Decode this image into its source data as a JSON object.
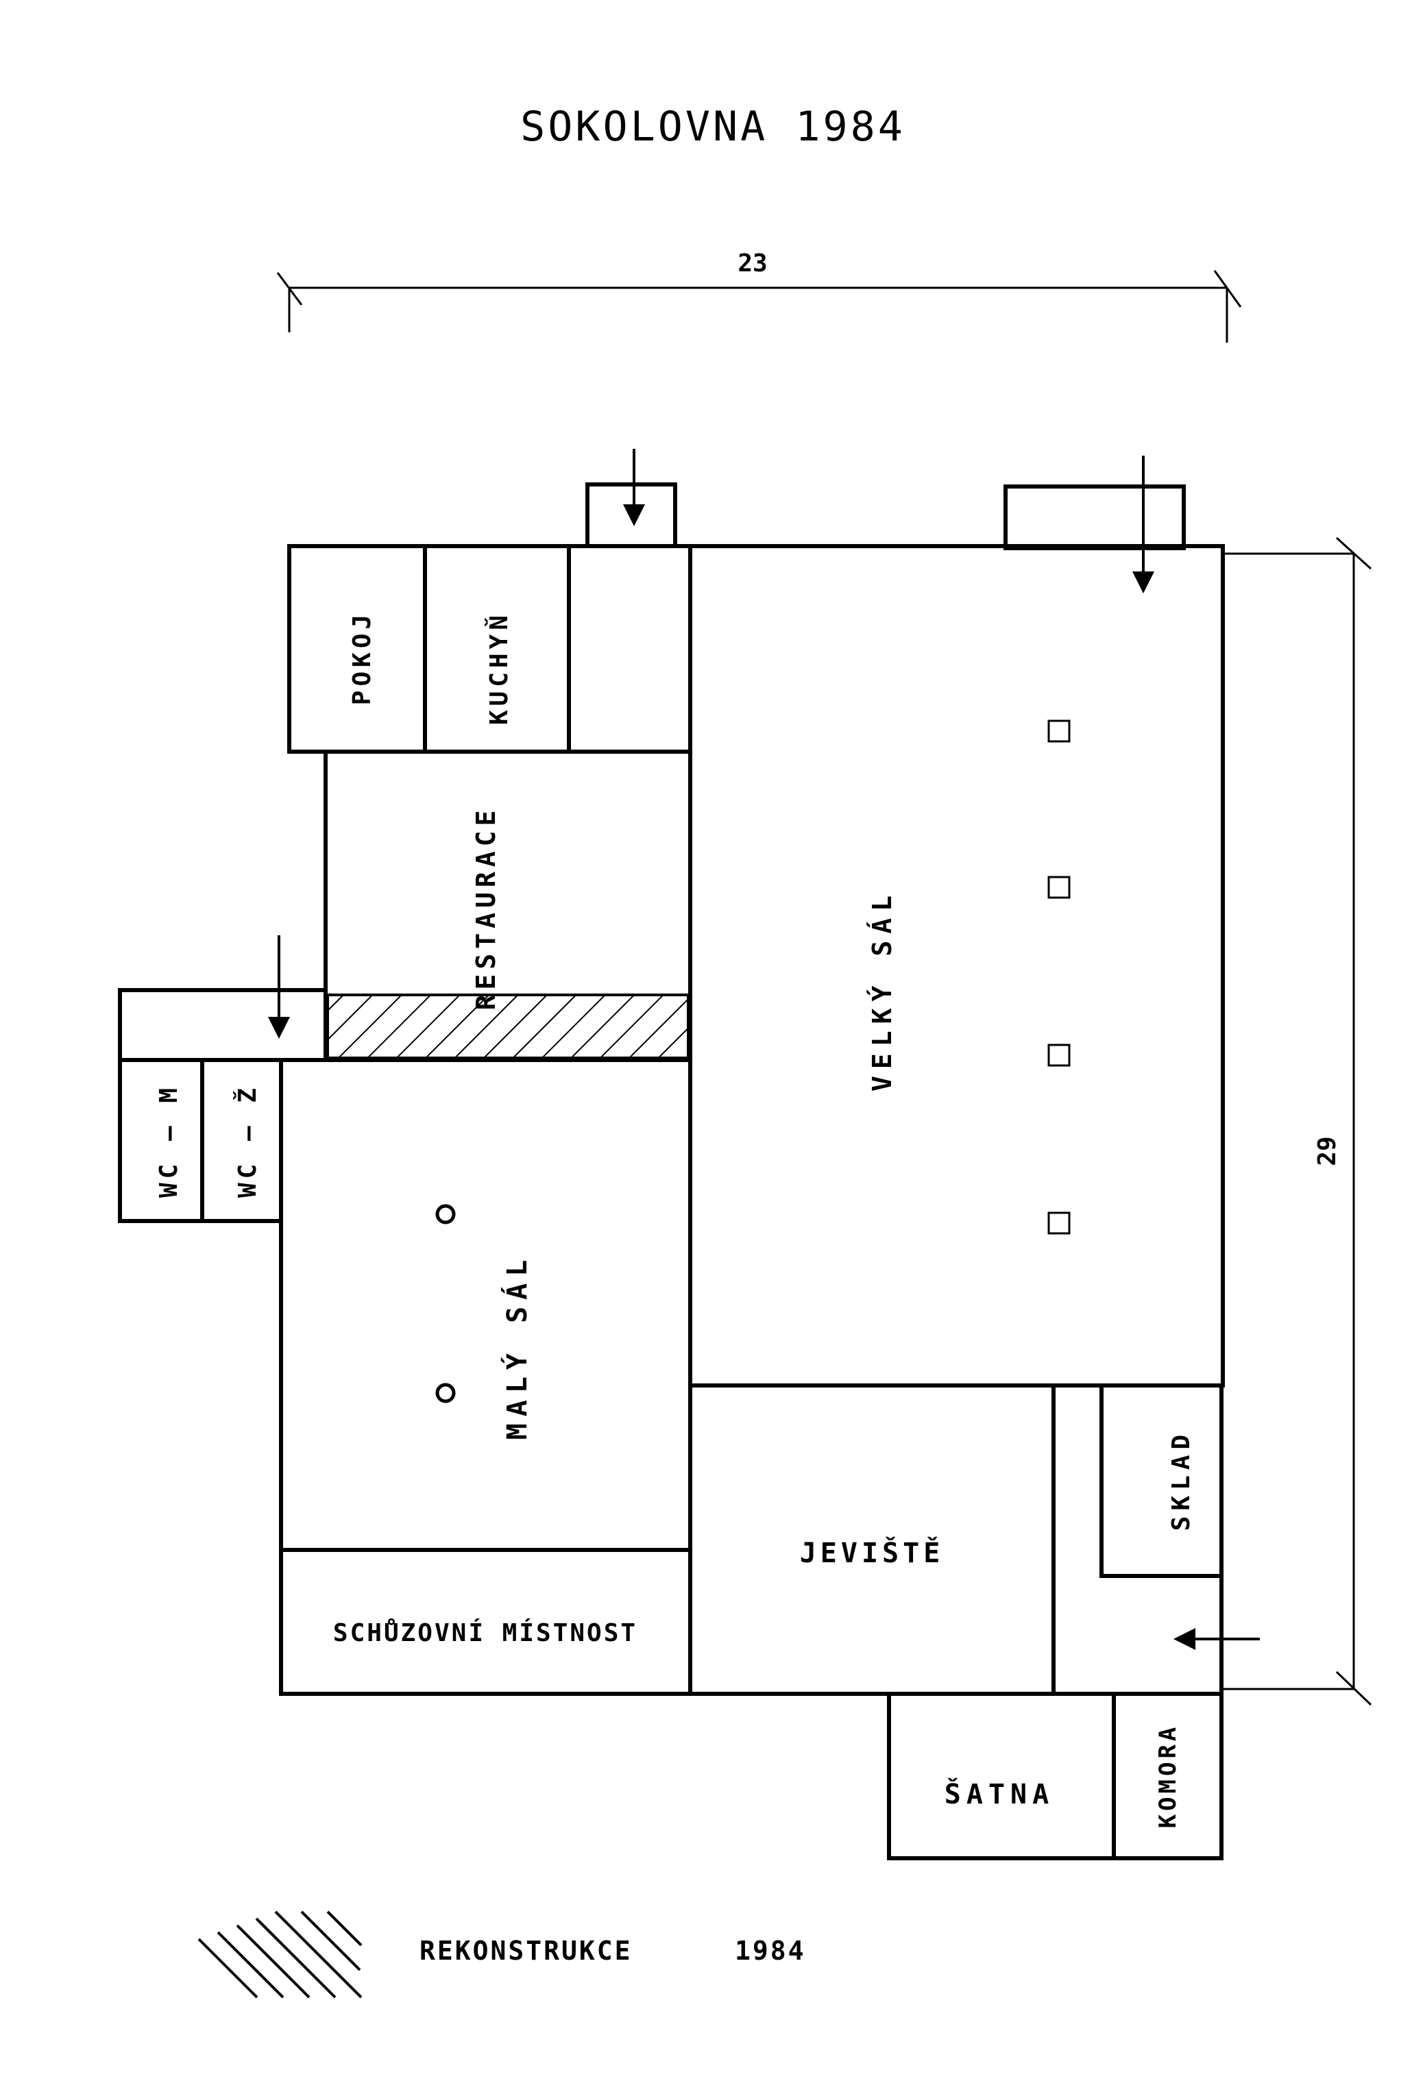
{
  "title": "SOKOLOVNA 1984",
  "dimensions": {
    "width_label": "23",
    "height_label": "29"
  },
  "rooms": {
    "pokoj": "POKOJ",
    "kuchyn": "KUCHYŇ",
    "restaurace": "RESTAURACE",
    "velky_sal": "VELKÝ SÁL",
    "wc_m": "WC – M",
    "wc_z": "WC – Ž",
    "maly_sal": "MALÝ SÁL",
    "sklad": "SKLAD",
    "jeviste": "JEVIŠTĚ",
    "schuzovni": "SCHŮZOVNÍ MÍSTNOST",
    "satna": "ŠATNA",
    "komora": "KOMORA"
  },
  "legend": {
    "label": "REKONSTRUKCE",
    "year": "1984"
  }
}
